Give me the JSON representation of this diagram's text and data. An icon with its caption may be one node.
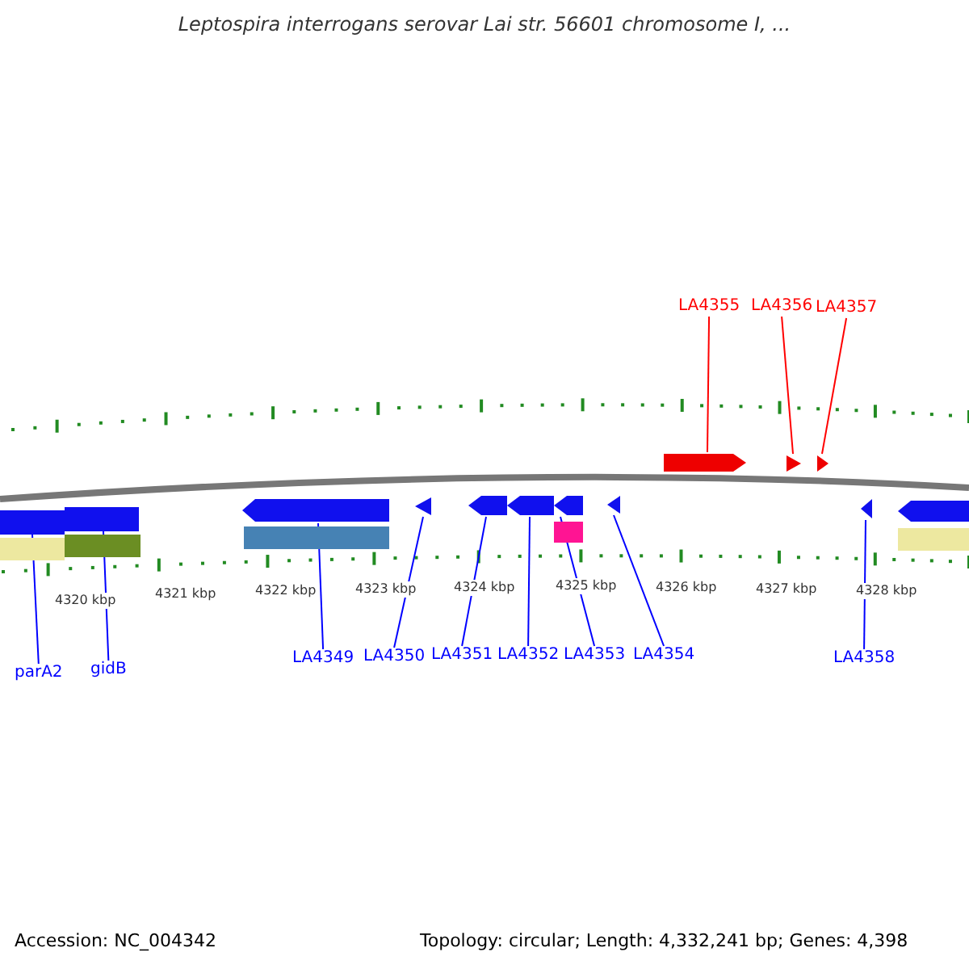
{
  "diagram": {
    "title": "Leptospira interrogans serovar Lai str. 56601 chromosome I, ...",
    "nodes": [
      {
        "text": [
          "LA4355"
        ]
      },
      {
        "text": [
          "LA4356"
        ]
      },
      {
        "text": [
          "LA4357"
        ]
      },
      {
        "text": [],
        "shape": "arrow"
      },
      {
        "text": [],
        "shape": "arrow"
      },
      {
        "text": [],
        "shape": "arrow"
      },
      {
        "text": [],
        "shape": "bar"
      },
      {
        "text": [],
        "shape": "bar"
      },
      {
        "text": [],
        "shape": "arrow"
      },
      {
        "text": [],
        "shape": "arrow"
      },
      {
        "text": [],
        "shape": "arrow"
      },
      {
        "text": [],
        "shape": "arrow"
      },
      {
        "text": [],
        "shape": "arrow"
      },
      {
        "text": [],
        "shape": "arrow"
      },
      {
        "text": [],
        "shape": "arrow"
      },
      {
        "text": [
          "parA2"
        ]
      },
      {
        "text": [
          "gidB"
        ]
      },
      {
        "text": [
          "LA4349"
        ]
      },
      {
        "text": [
          "LA4350"
        ]
      },
      {
        "text": [
          "LA4351"
        ]
      },
      {
        "text": [
          "LA4352"
        ]
      },
      {
        "text": [
          "LA4353"
        ]
      },
      {
        "text": [
          "LA4354"
        ]
      },
      {
        "text": [
          "LA4358"
        ]
      },
      {
        "text": [],
        "shape": "arrow"
      },
      {
        "text": [],
        "shape": "bar"
      },
      {
        "text": [],
        "shape": "bar"
      },
      {
        "text": [],
        "shape": "bar"
      },
      {
        "text": [],
        "shape": "bar"
      },
      {
        "text": [],
        "shape": "bar"
      }
    ],
    "edges": [
      {
        "from": 0,
        "to": 3,
        "arrow": "none",
        "color": "#ff0000"
      },
      {
        "from": 1,
        "to": 4,
        "arrow": "none",
        "color": "#ff0000"
      },
      {
        "from": 2,
        "to": 5,
        "arrow": "none",
        "color": "#ff0000"
      },
      {
        "from": 15,
        "to": 6,
        "arrow": "none"
      },
      {
        "from": 16,
        "to": 7,
        "arrow": "none"
      },
      {
        "from": 17,
        "to": 8,
        "arrow": "none"
      },
      {
        "from": 18,
        "to": 9,
        "arrow": "none"
      },
      {
        "from": 19,
        "to": 10,
        "arrow": "none"
      },
      {
        "from": 20,
        "to": 11,
        "arrow": "none"
      },
      {
        "from": 21,
        "to": 12,
        "arrow": "none"
      },
      {
        "from": 22,
        "to": 13,
        "arrow": "none"
      },
      {
        "from": 23,
        "to": 14,
        "arrow": "none"
      }
    ],
    "labels": [
      "4320 kbp",
      "4321 kbp",
      "4322 kbp",
      "4323 kbp",
      "4324 kbp",
      "4325 kbp",
      "4326 kbp",
      "4327 kbp",
      "4328 kbp",
      "Accession: NC_004342",
      "Topology: circular; Length: 4,332,241 bp; Genes: 4,398"
    ]
  }
}
